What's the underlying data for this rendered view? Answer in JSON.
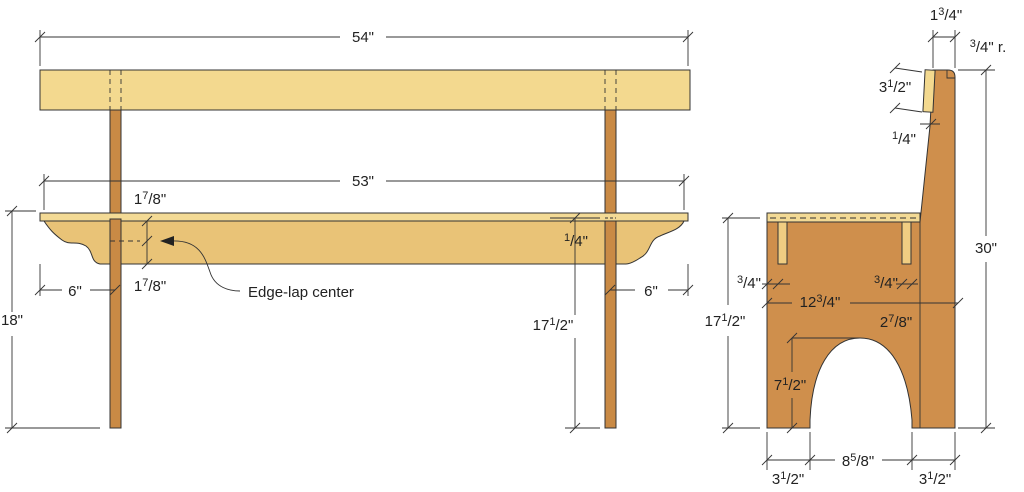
{
  "colors": {
    "backrest": "#f3d98f",
    "seat": "#f3da95",
    "apron": "#e9c377",
    "leg": "#c98a45",
    "side_panel": "#cf8f4c",
    "line": "#333333"
  },
  "front_view": {
    "overall_length": "54\"",
    "seat_length": "53\"",
    "overall_height": "18\"",
    "seat_height": "17 1/2\"",
    "leg_offset_left": "6\"",
    "leg_offset_right": "6\"",
    "apron_top": "1 7/8\"",
    "apron_bottom": "1 7/8\"",
    "seat_reveal": "1/4\"",
    "callout": "Edge-lap center"
  },
  "side_view": {
    "back_top_width": "1 3/4\"",
    "corner_radius": "3/4\" r.",
    "rail_height": "3 1/2\"",
    "rail_inset": "1/4\"",
    "total_height": "30\"",
    "seat_height": "17 1/2\"",
    "cleat_left": "3/4\"",
    "cleat_right": "3/4\"",
    "seat_depth": "12 3/4\"",
    "back_width": "2 7/8\"",
    "arch_height": "7 1/2\"",
    "arch_width": "8 5/8\"",
    "foot_left": "3 1/2\"",
    "foot_right": "3 1/2\""
  }
}
